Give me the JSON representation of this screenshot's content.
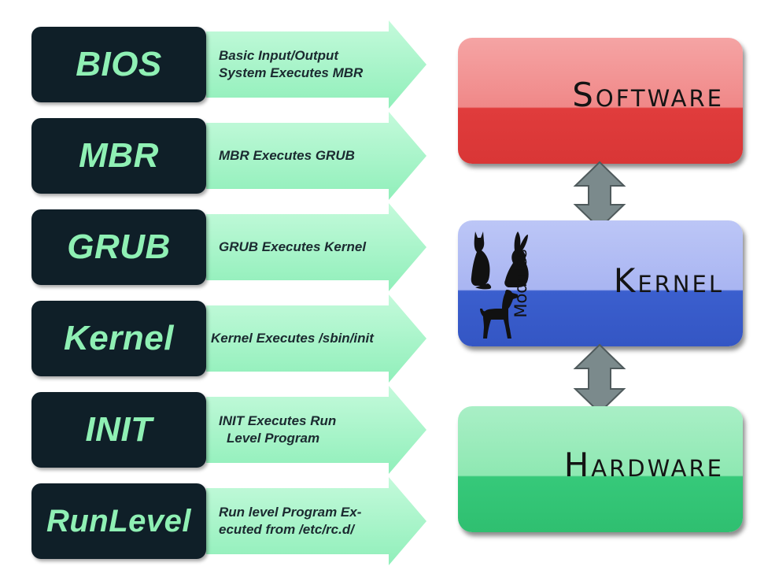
{
  "boot_sequence": [
    {
      "name": "BIOS",
      "description": [
        "Basic Input/Output",
        "System Executes MBR"
      ]
    },
    {
      "name": "MBR",
      "description": [
        "MBR Executes GRUB"
      ]
    },
    {
      "name": "GRUB",
      "description": [
        "GRUB Executes Kernel"
      ]
    },
    {
      "name": "Kernel",
      "description": [
        "Kernel Executes /sbin/init"
      ]
    },
    {
      "name": "INIT",
      "description": [
        "INIT Executes Run",
        "Level Program"
      ]
    },
    {
      "name": "RunLevel",
      "description": [
        "Run level Program Ex-",
        "ecuted from /etc/rc.d/"
      ]
    }
  ],
  "layers": {
    "software": "Software",
    "kernel": "Kernel",
    "modules": "Modules",
    "hardware": "Hardware"
  },
  "colors": {
    "step_box": "#0f1f28",
    "step_text": "#8ff0b4",
    "arrow_fill": "#a4f5c8",
    "software": "#e84a4a",
    "kernel": "#3b5fce",
    "hardware": "#36c97a",
    "connector": "#7b8a8c"
  },
  "icons": [
    "cat-icon",
    "rabbit-icon",
    "dog-icon",
    "double-arrow-icon"
  ]
}
